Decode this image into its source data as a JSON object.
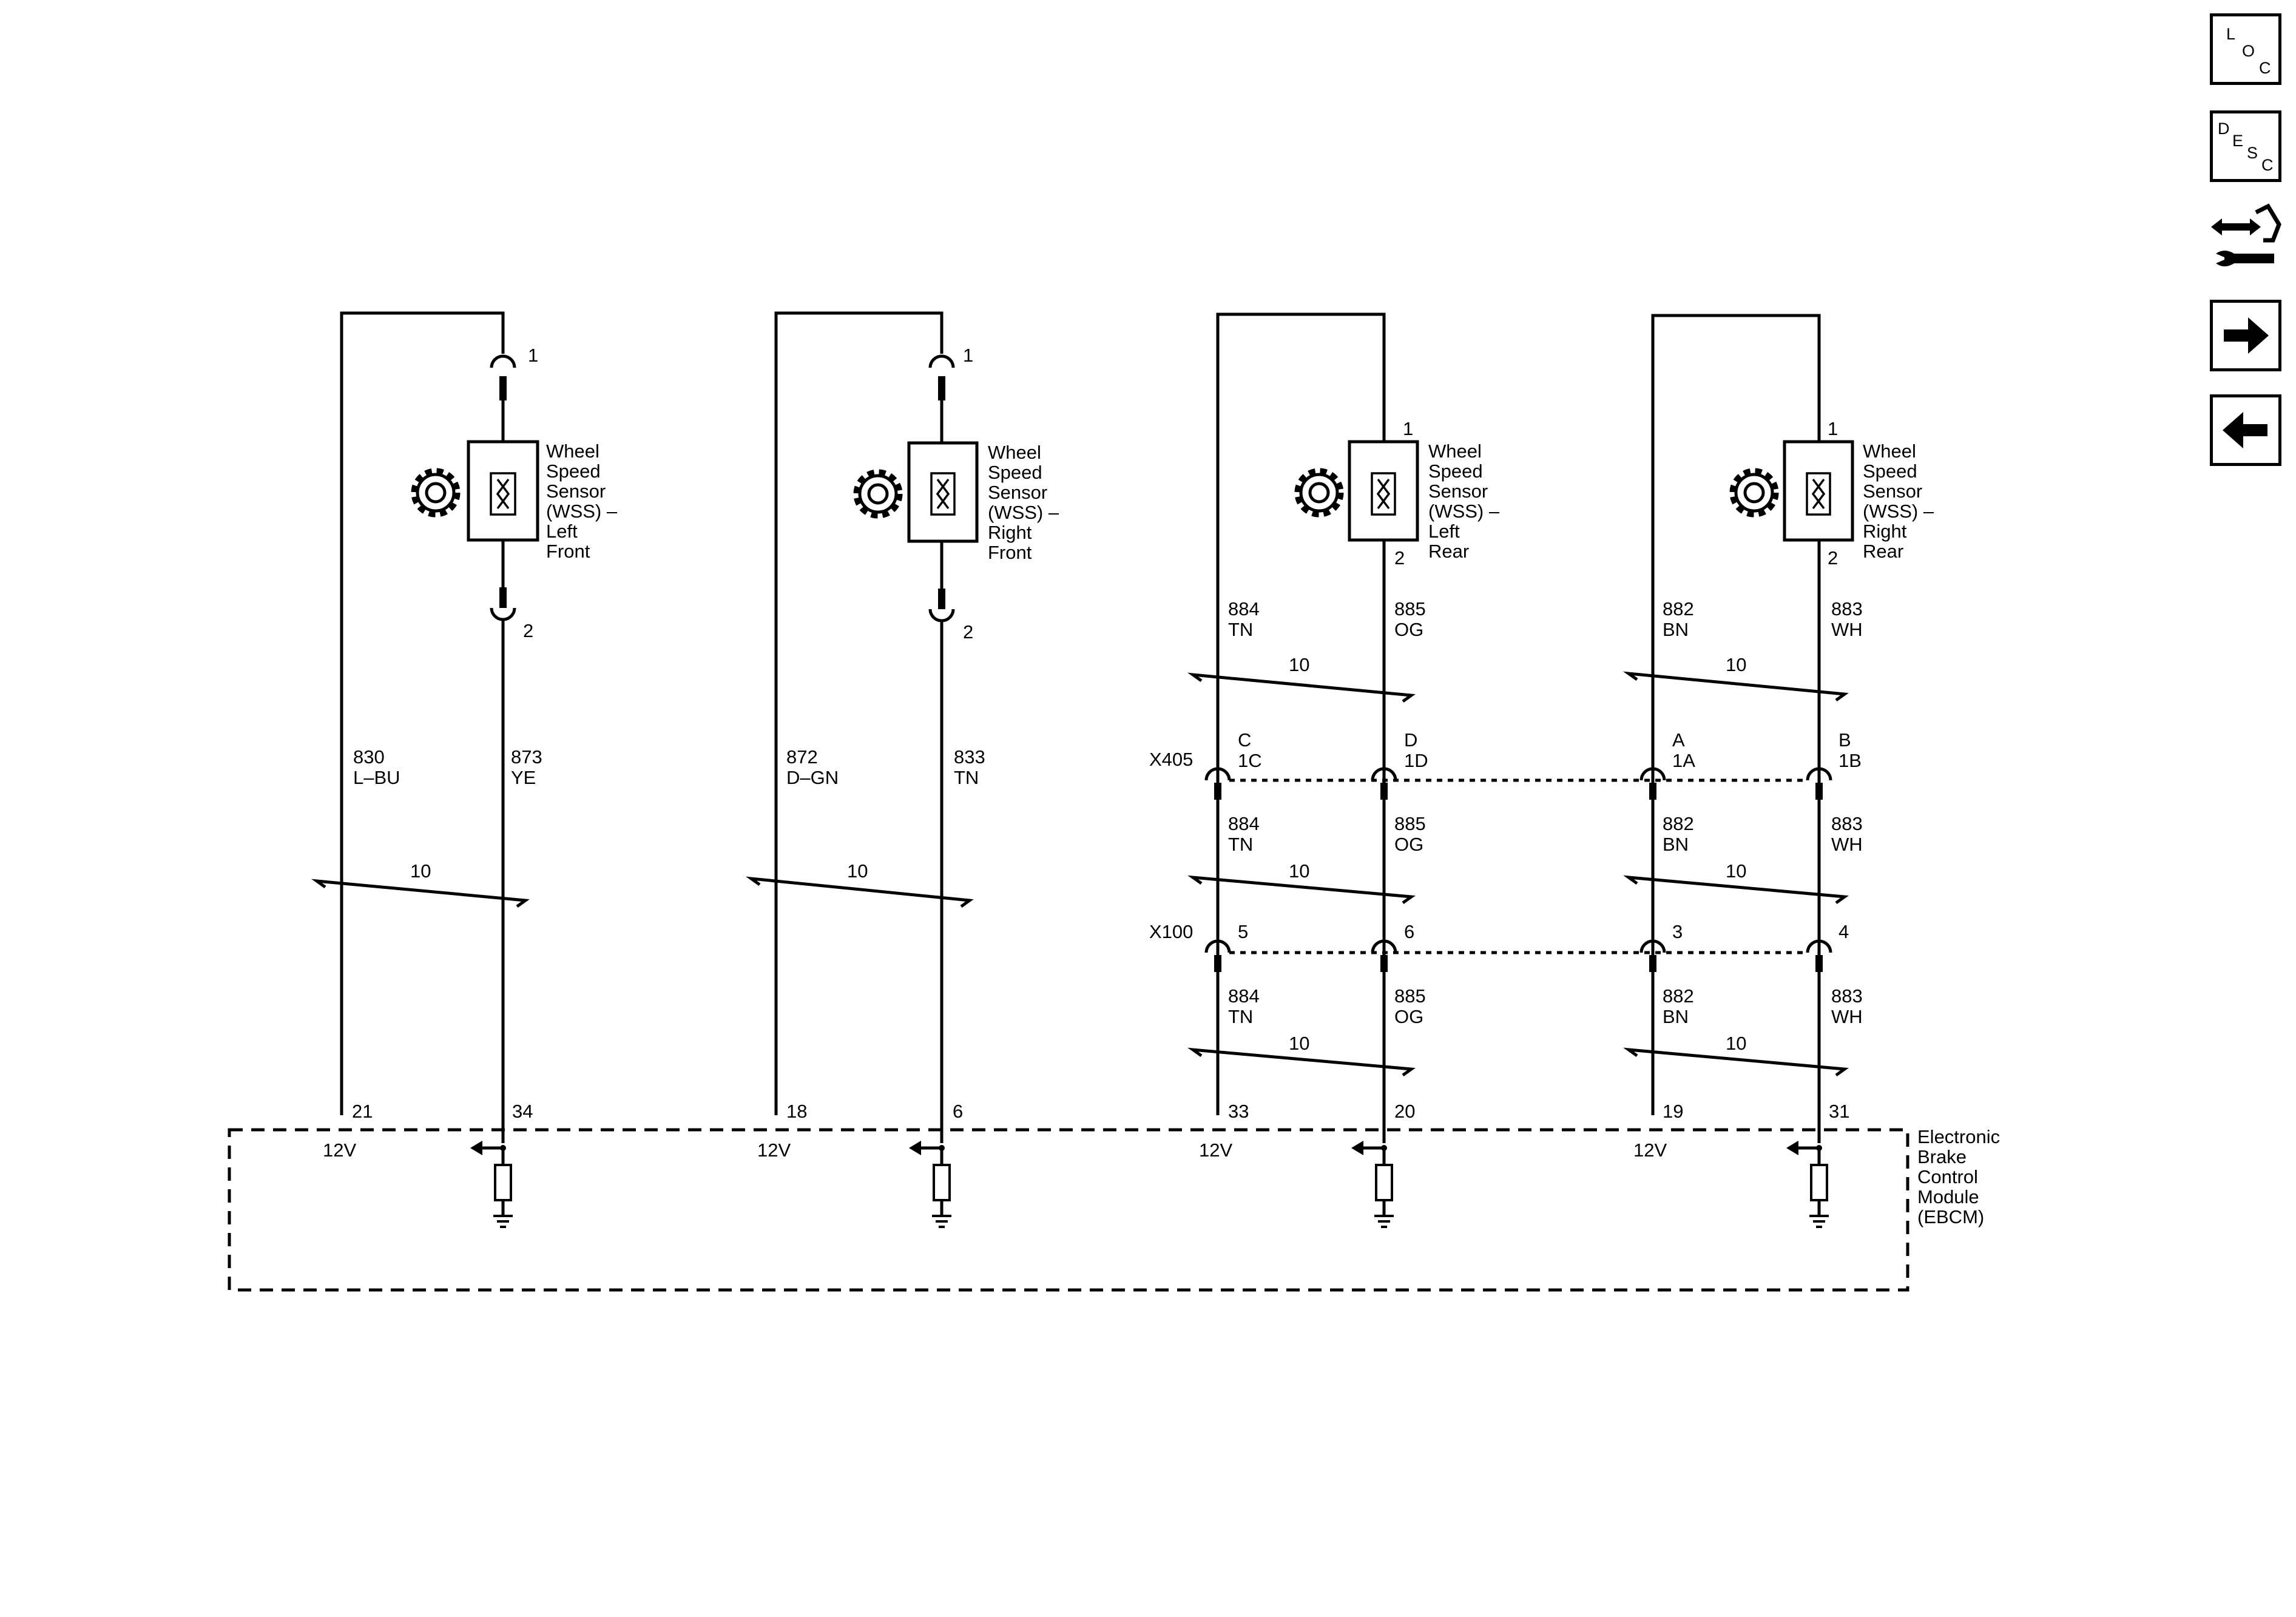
{
  "sensors": [
    {
      "name_lines": [
        "Wheel",
        "Speed",
        "Sensor",
        "(WSS) –",
        "Left",
        "Front"
      ],
      "pin_top": "1",
      "pin_bottom": "2"
    },
    {
      "name_lines": [
        "Wheel",
        "Speed",
        "Sensor",
        "(WSS) –",
        "Right",
        "Front"
      ],
      "pin_top": "1",
      "pin_bottom": "2"
    },
    {
      "name_lines": [
        "Wheel",
        "Speed",
        "Sensor",
        "(WSS) –",
        "Left",
        "Rear"
      ],
      "pin_top": "1",
      "pin_bottom": "2"
    },
    {
      "name_lines": [
        "Wheel",
        "Speed",
        "Sensor",
        "(WSS) –",
        "Right",
        "Rear"
      ],
      "pin_top": "1",
      "pin_bottom": "2"
    }
  ],
  "circuits": {
    "lf_low": {
      "number": "830",
      "color": "L–BU"
    },
    "lf_sig": {
      "number": "873",
      "color": "YE"
    },
    "rf_low": {
      "number": "872",
      "color": "D–GN"
    },
    "rf_sig": {
      "number": "833",
      "color": "TN"
    },
    "lr_a": {
      "number": "884",
      "color": "TN"
    },
    "lr_b": {
      "number": "885",
      "color": "OG"
    },
    "rr_a": {
      "number": "882",
      "color": "BN"
    },
    "rr_b": {
      "number": "883",
      "color": "WH"
    }
  },
  "twist_label": "10",
  "connectors": {
    "x405": {
      "name": "X405",
      "pins": [
        [
          "C",
          "1C"
        ],
        [
          "D",
          "1D"
        ],
        [
          "A",
          "1A"
        ],
        [
          "B",
          "1B"
        ]
      ]
    },
    "x100": {
      "name": "X100",
      "pins": [
        "5",
        "6",
        "3",
        "4"
      ]
    }
  },
  "module": {
    "name_lines": [
      "Electronic",
      "Brake",
      "Control",
      "Module",
      "(EBCM)"
    ],
    "pins": [
      "21",
      "34",
      "18",
      "6",
      "33",
      "20",
      "19",
      "31"
    ],
    "voltage": "12V"
  },
  "nav": {
    "loc": {
      "letters": [
        "L",
        "O",
        "C"
      ]
    },
    "desc": {
      "letters": [
        "D",
        "E",
        "S",
        "C"
      ]
    },
    "icons": [
      "connector-tool-icon",
      "arrow-right-icon",
      "arrow-left-icon"
    ]
  }
}
